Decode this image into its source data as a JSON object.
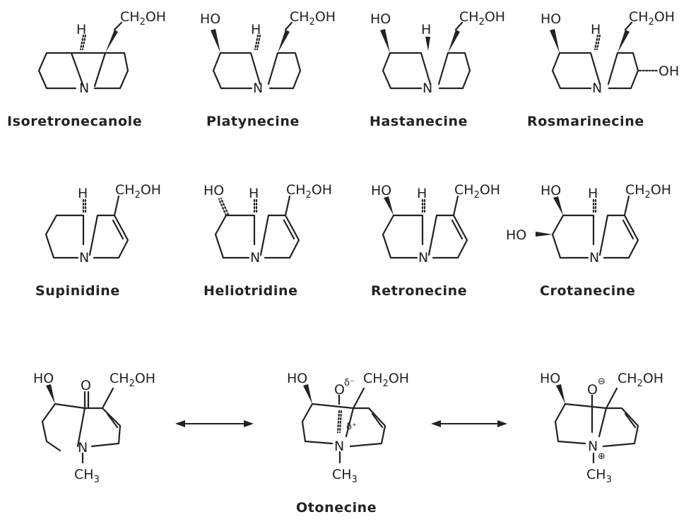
{
  "names": {
    "isoretronecanole": "Isoretronecanole",
    "platynecine": "Platynecine",
    "hastanecine": "Hastanecine",
    "rosmarinecine": "Rosmarinecine",
    "supinidine": "Supinidine",
    "heliotridine": "Heliotridine",
    "retronecine": "Retronecine",
    "crotanecine": "Crotanecine",
    "otonecine": "Otonecine"
  },
  "atoms": {
    "h": "H",
    "n": "N",
    "o": "O",
    "oh_left": "HO",
    "oh_right": "OH",
    "ch2oh_main": "CH",
    "ch2oh_sub": "2",
    "ch2oh_tail": "OH",
    "ch3_main": "CH",
    "ch3_sub": "3"
  },
  "charges": {
    "delta_minus": "δ⁻",
    "delta_plus": "δ⁺",
    "minus_circle": "⊖",
    "plus_circle": "⊕"
  }
}
